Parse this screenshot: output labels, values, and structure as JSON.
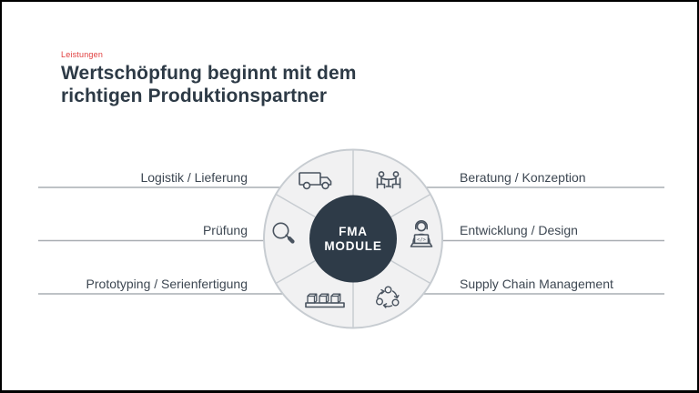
{
  "slide": {
    "eyebrow": "Leistungen",
    "title": "Wertschöpfung beginnt mit dem richtigen Produktionspartner"
  },
  "wheel": {
    "center": {
      "line1": "FMA",
      "line2": "MODULE"
    },
    "segments": [
      {
        "label": "Logistik / Lieferung",
        "icon": "truck-icon",
        "side": "left"
      },
      {
        "label": "Beratung / Konzeption",
        "icon": "meeting-icon",
        "side": "right"
      },
      {
        "label": "Prüfung",
        "icon": "magnifier-icon",
        "side": "left"
      },
      {
        "label": "Entwicklung / Design",
        "icon": "developer-laptop-icon",
        "side": "right"
      },
      {
        "label": "Prototyping / Serienfertigung",
        "icon": "production-boxes-icon",
        "side": "left"
      },
      {
        "label": "Supply Chain Management",
        "icon": "cycle-arrows-icon",
        "side": "right"
      }
    ]
  },
  "colors": {
    "accent_red": "#e03c3c",
    "heading_text": "#2d3a46",
    "label_text": "#3d4752",
    "connector_line": "#a9aeb3",
    "wheel_fill": "#f1f1f2",
    "wheel_stroke": "#c7ccd1",
    "center_circle": "#2e3b48",
    "center_text": "#ffffff",
    "icon_stroke": "#4a5460"
  }
}
